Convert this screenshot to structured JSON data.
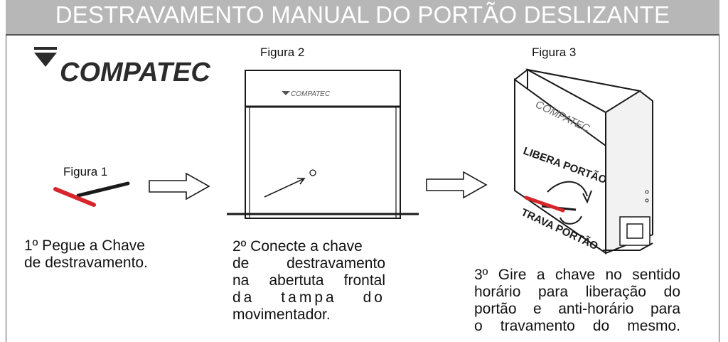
{
  "banner": {
    "title": "DESTRAVAMENTO MANUAL DO PORTÃO DESLIZANTE"
  },
  "logo": {
    "text": "COMPATEC"
  },
  "figures": {
    "fig1": {
      "label": "Figura 1"
    },
    "fig2": {
      "label": "Figura 2",
      "housing_logo": "COMPATEC"
    },
    "fig3": {
      "label": "Figura 3",
      "logo": "COMPATEC",
      "unlock_label": "LIBERA PORTÃO",
      "lock_label": "TRAVA PORTÃO"
    }
  },
  "steps": {
    "step1": [
      "1º Pegue a Chave",
      "de destravamento."
    ],
    "step2": [
      "2º Conecte a chave",
      "de destravamento",
      "na abertuta frontal",
      "da tampa do",
      "movimentador."
    ],
    "step3": [
      "3º Gire a chave no sentido",
      "horário para liberação do",
      "portão e anti-horário para",
      "o travamento do mesmo."
    ]
  },
  "colors": {
    "banner_bg": "#b7b7b7",
    "key_red": "#d7262b",
    "line": "#1a1a1a"
  }
}
